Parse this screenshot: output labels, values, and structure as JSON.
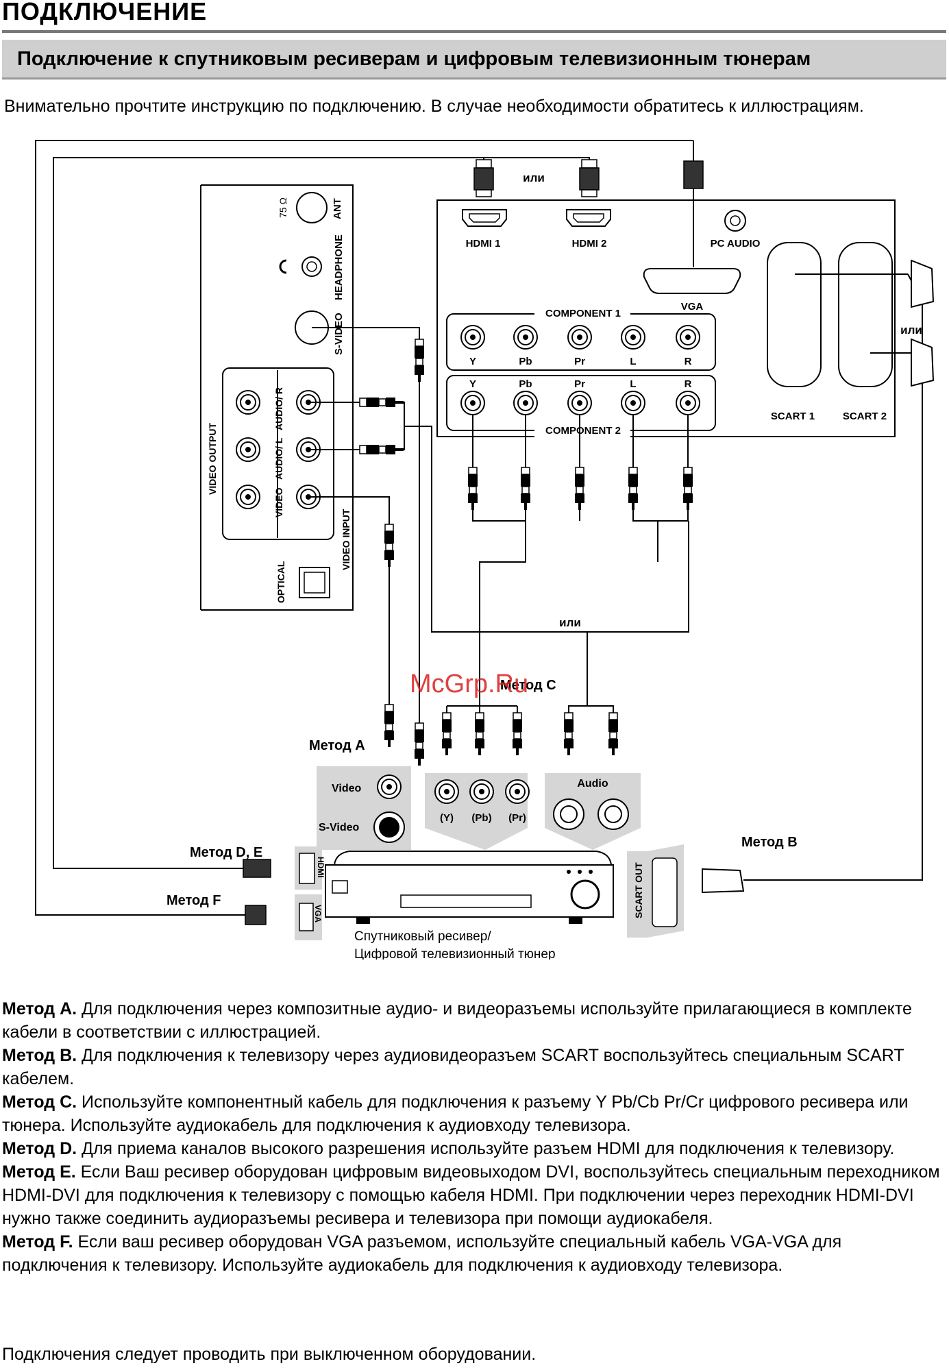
{
  "title": "ПОДКЛЮЧЕНИЕ",
  "subtitle": "Подключение к спутниковым ресиверам и цифровым телевизионным тюнерам",
  "intro": "Внимательно прочтите инструкцию по подключению. В случае необходимости обратитесь к иллюстрациям.",
  "diagram": {
    "tv_side": {
      "ohm": "75 Ω",
      "ant": "ANT",
      "headphone": "HEADPHONE",
      "svideo": "S-VIDEO",
      "video_output": "VIDEO OUTPUT",
      "audio_r": "AUDIO/ R",
      "audio_l": "AUDIO/ L",
      "video": "VIDEO",
      "video_input": "VIDEO INPUT",
      "optical": "OPTICAL"
    },
    "tv_back": {
      "hdmi1": "HDMI 1",
      "hdmi2": "HDMI 2",
      "pc_audio": "PC AUDIO",
      "vga": "VGA",
      "component1": "COMPONENT 1",
      "component2": "COMPONENT 2",
      "ports": [
        "Y",
        "Pb",
        "Pr",
        "L",
        "R"
      ],
      "scart1": "SCART 1",
      "scart2": "SCART 2"
    },
    "or_label": "или",
    "receiver": {
      "video": "Video",
      "svideo": "S-Video",
      "audio": "Audio",
      "y": "(Y)",
      "pb": "(Pb)",
      "pr": "(Pr)",
      "hdmi": "HDMI",
      "vga": "VGA",
      "scart_out": "SCART OUT",
      "caption_1": "Спутниковый ресивер/",
      "caption_2": "Цифровой телевизионный тюнер"
    },
    "method_labels": {
      "a": "Метод A",
      "b": "Метод B",
      "c": "Метод C",
      "de": "Метод D, E",
      "f": "Метод F"
    },
    "watermark": "McGrp.Ru"
  },
  "methods": [
    {
      "label": "Метод A.",
      "text": " Для подключения через композитные аудио- и видеоразъемы используйте прилагающиеся в комплекте кабели в соответствии с иллюстрацией."
    },
    {
      "label": "Метод B.",
      "text": " Для подключения к телевизору через аудиовидеоразъем SCART воспользуйтесь специальным SCART кабелем."
    },
    {
      "label": "Метод C.",
      "text": " Используйте компонентный кабель для подключения к разъему Y Pb/Cb Pr/Cr цифрового ресивера или тюнера. Используйте аудиокабель для подключения к аудиовходу телевизора."
    },
    {
      "label": "Метод D.",
      "text": " Для приема каналов высокого разрешения используйте разъем HDMI для подключения к телевизору."
    },
    {
      "label": "Метод E.",
      "text": " Если Ваш ресивер оборудован цифровым видеовыходом DVI, воспользуйтесь специальным переходником HDMI-DVI для подключения к телевизору с помощью кабеля HDMI. При подключении через переходник HDMI-DVI нужно также соединить аудиоразъемы ресивера и телевизора при помощи аудиокабеля."
    },
    {
      "label": "Метод F.",
      "text": " Если ваш ресивер оборудован VGA разъемом, используйте специальный кабель VGA-VGA для подключения к телевизору. Используйте аудиокабель для подключения к аудиовходу телевизора."
    }
  ],
  "note": "Подключения следует проводить при выключенном оборудовании."
}
